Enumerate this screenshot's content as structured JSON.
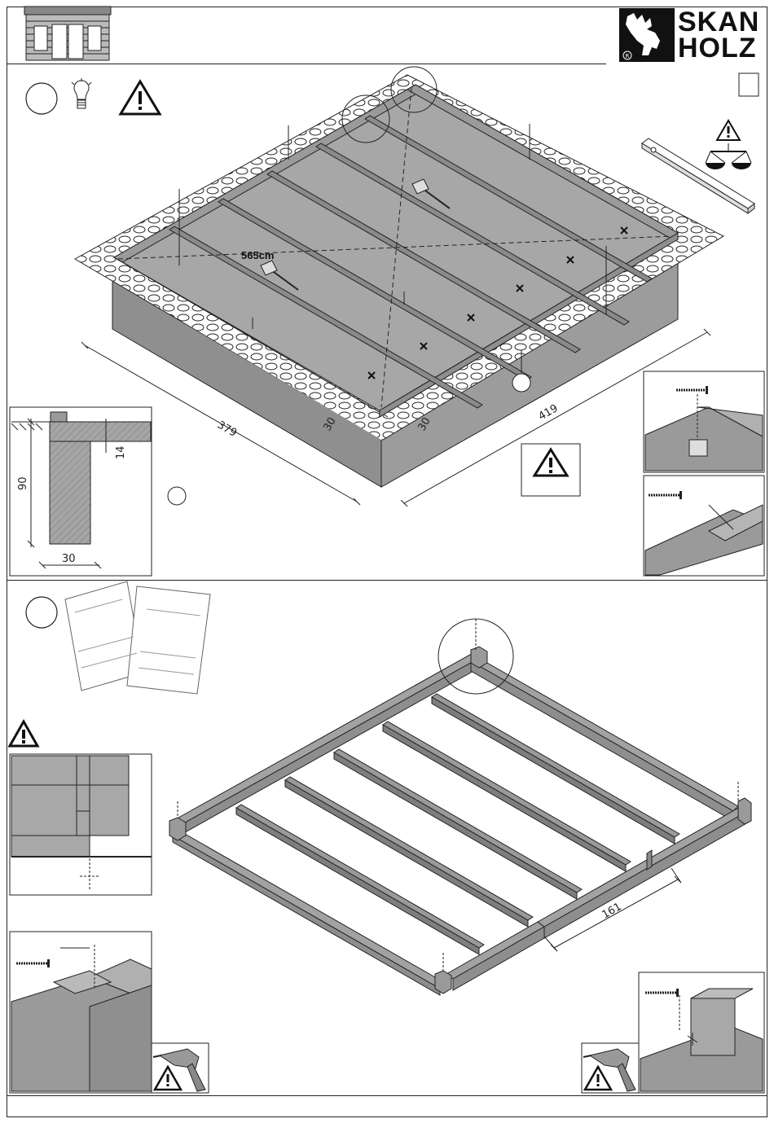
{
  "brand": {
    "line1": "SKAN",
    "line2": "HOLZ",
    "registered": "R"
  },
  "step1": {
    "diagonal_label": "565cm",
    "width_label": "379",
    "depth_label": "419",
    "edge_left": "30",
    "edge_right": "30",
    "detail_height": "90",
    "detail_width": "30",
    "detail_small": "14"
  },
  "step2": {
    "spacing_label": "161"
  },
  "icons": [
    "house-icon",
    "lightbulb-icon",
    "warning-icon",
    "scale-icon",
    "drill-icon",
    "screw-icon",
    "tape-measure-icon",
    "instruction-sheets-icon"
  ],
  "colors": {
    "wood": "#a9a9a9",
    "wood_dark": "#8c8c8c",
    "foundation": "#8f8f8f",
    "line": "#222222"
  }
}
